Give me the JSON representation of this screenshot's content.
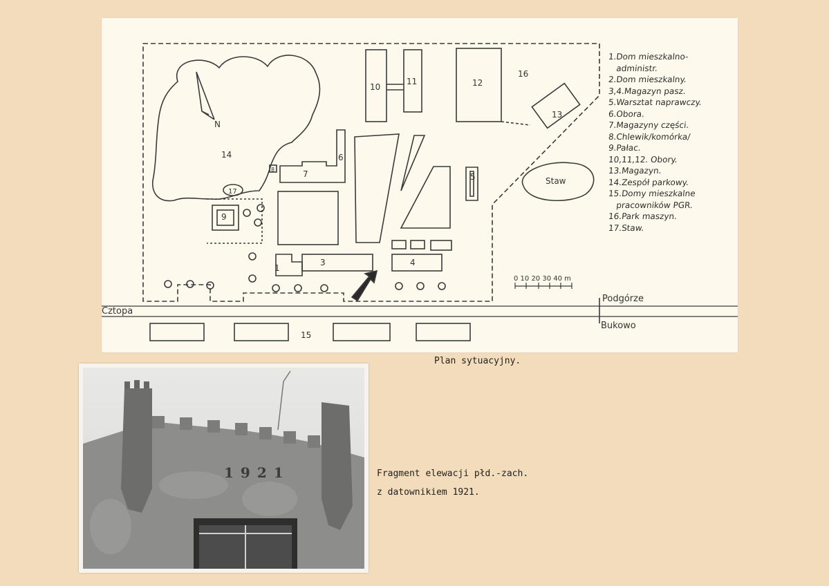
{
  "plan": {
    "labels": {
      "b1": "1",
      "b2": "2",
      "b3": "3",
      "b4": "4",
      "b5": "5",
      "b6": "6",
      "b7": "7",
      "b8": "8",
      "b9": "9",
      "b10": "10",
      "b11": "11",
      "b12": "12",
      "b13": "13",
      "park": "14",
      "b15": "15",
      "b16": "16",
      "b17": "17",
      "pond": "Staw",
      "north": "N"
    },
    "roads": {
      "west": "Cztopa",
      "east_top": "Podgórze",
      "east_bottom": "Bukowo"
    },
    "scale": {
      "label": "0  10  20 30 40 m"
    },
    "legend": [
      "1.Dom mieszkalno-",
      "   administr.",
      "2.Dom mieszkalny.",
      "3,4.Magazyn pasz.",
      "5.Warsztat naprawczy.",
      "6.Obora.",
      "7.Magazyny części.",
      "8.Chlewik/komórka/",
      "9.Pałac.",
      "10,11,12. Obory.",
      "13.Magazyn.",
      "14.Zespół parkowy.",
      "15.Domy mieszkalne",
      "   pracowników PGR.",
      "16.Park maszyn.",
      "17.Staw."
    ]
  },
  "captions": {
    "plan": "Plan sytuacyjny.",
    "photo_line1": "Fragment elewacji płd.-zach.",
    "photo_line2": "z datownikiem 1921."
  },
  "photo": {
    "year": "1921"
  }
}
